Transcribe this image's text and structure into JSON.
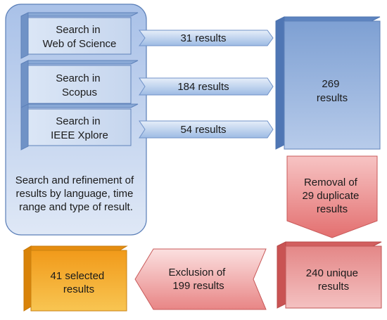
{
  "search_panel": {
    "description": [
      "Search and refinement of",
      "results by language, time",
      "range and type of result."
    ]
  },
  "sources": [
    {
      "label": [
        "Search in",
        "Web of Science"
      ],
      "results": "31 results"
    },
    {
      "label": [
        "Search in",
        "Scopus"
      ],
      "results": "184 results"
    },
    {
      "label": [
        "Search in",
        "IEEE Xplore"
      ],
      "results": "54 results"
    }
  ],
  "total_box": [
    "269",
    "results"
  ],
  "removal_step": [
    "Removal of",
    "29 duplicate",
    "results"
  ],
  "unique_box": [
    "240 unique",
    "results"
  ],
  "exclusion_step": [
    "Exclusion of",
    "199 results"
  ],
  "selected_box": [
    "41 selected",
    "results"
  ],
  "colors": {
    "blue_light": "#c9d9f0",
    "blue_mid": "#8fb0de",
    "blue_dark": "#6c8fc4",
    "red_light": "#f2b5b5",
    "red_mid": "#e27575",
    "red_dark": "#c95454",
    "orange_light": "#f6b733",
    "orange_dark": "#d7880c"
  }
}
